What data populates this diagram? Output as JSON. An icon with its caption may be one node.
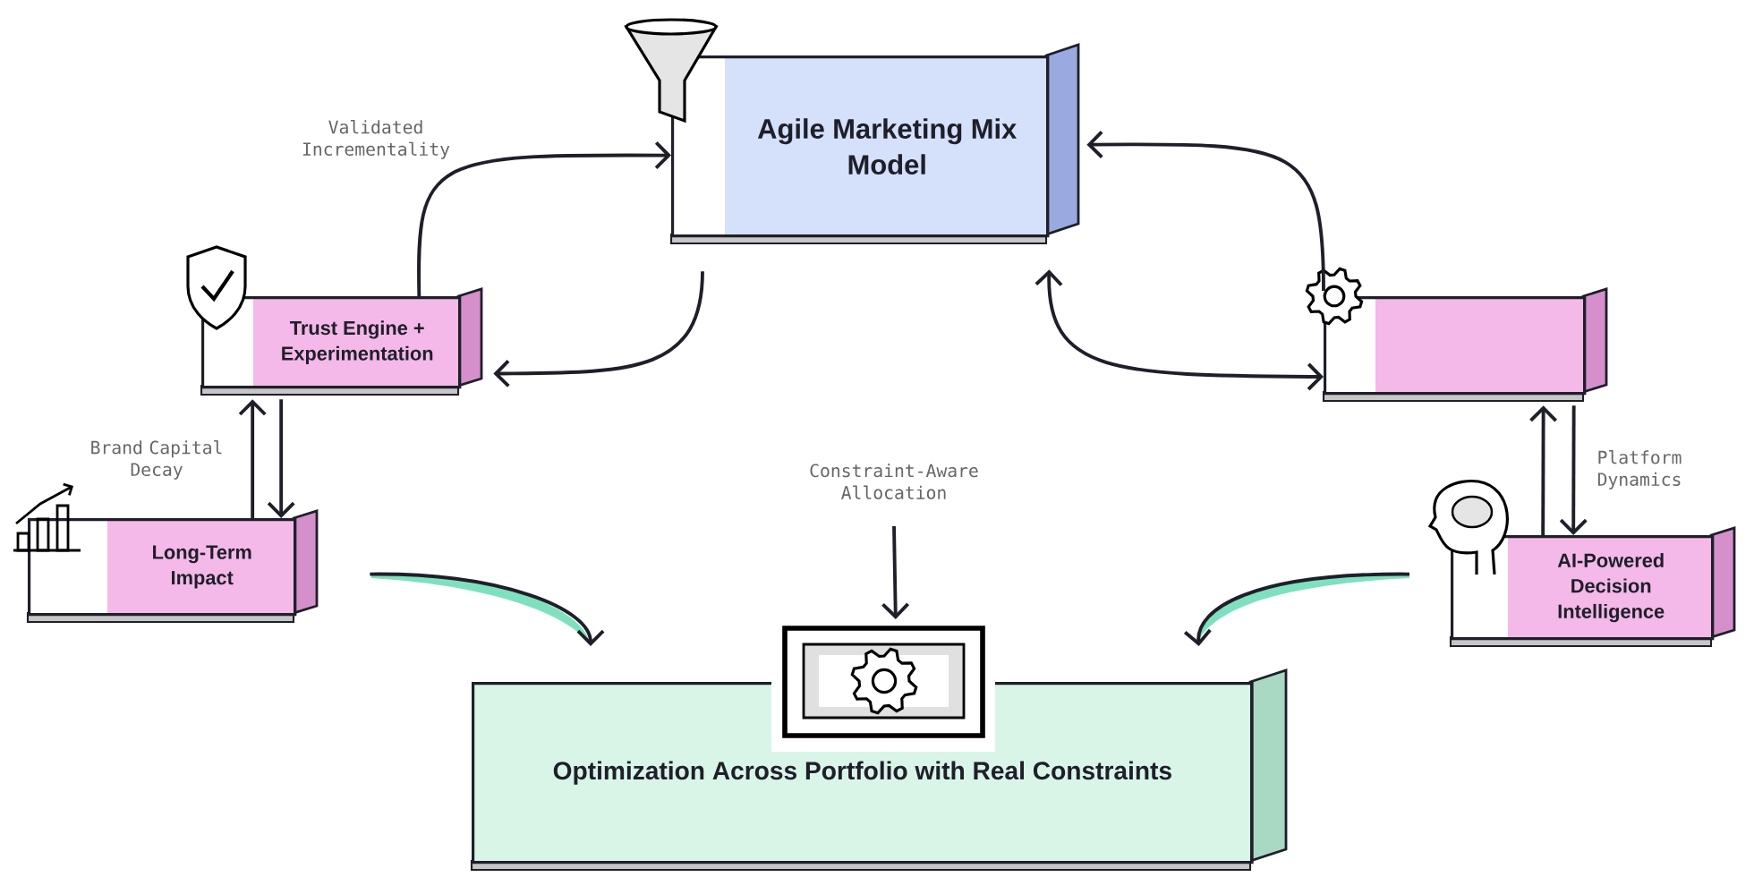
{
  "diagram": {
    "nodes": [
      {
        "text": [
          "Agile Marketing Mix Model"
        ]
      },
      {
        "text": [
          "Trust Engine + Experimentation"
        ]
      },
      {
        "text": [],
        "shape": "box"
      },
      {
        "text": [
          "Long-Term Impact"
        ]
      },
      {
        "text": [
          "AI-Powered Decision Intelligence"
        ]
      },
      {
        "text": [
          "Optimization Across Portfolio with Real Constraints"
        ]
      }
    ],
    "edges": [
      {
        "from": 1,
        "to": 0,
        "arrow": "to",
        "label": "Validated Incrementality"
      },
      {
        "from": 0,
        "to": 1,
        "arrow": "to"
      },
      {
        "from": 2,
        "to": 0,
        "arrow": "to"
      },
      {
        "from": 0,
        "to": 2,
        "arrow": "both"
      },
      {
        "from": 3,
        "to": 1,
        "arrow": "to",
        "label": "Brand Capital Decay"
      },
      {
        "from": 1,
        "to": 3,
        "arrow": "to"
      },
      {
        "from": 4,
        "to": 2,
        "arrow": "to"
      },
      {
        "from": 2,
        "to": 4,
        "arrow": "to",
        "label": "Platform Dynamics"
      },
      {
        "from": 3,
        "to": 5,
        "arrow": "to"
      },
      {
        "from": 4,
        "to": 5,
        "arrow": "to"
      },
      {
        "from": null,
        "to": 5,
        "arrow": "to",
        "label": "Constraint-Aware Allocation"
      }
    ]
  }
}
